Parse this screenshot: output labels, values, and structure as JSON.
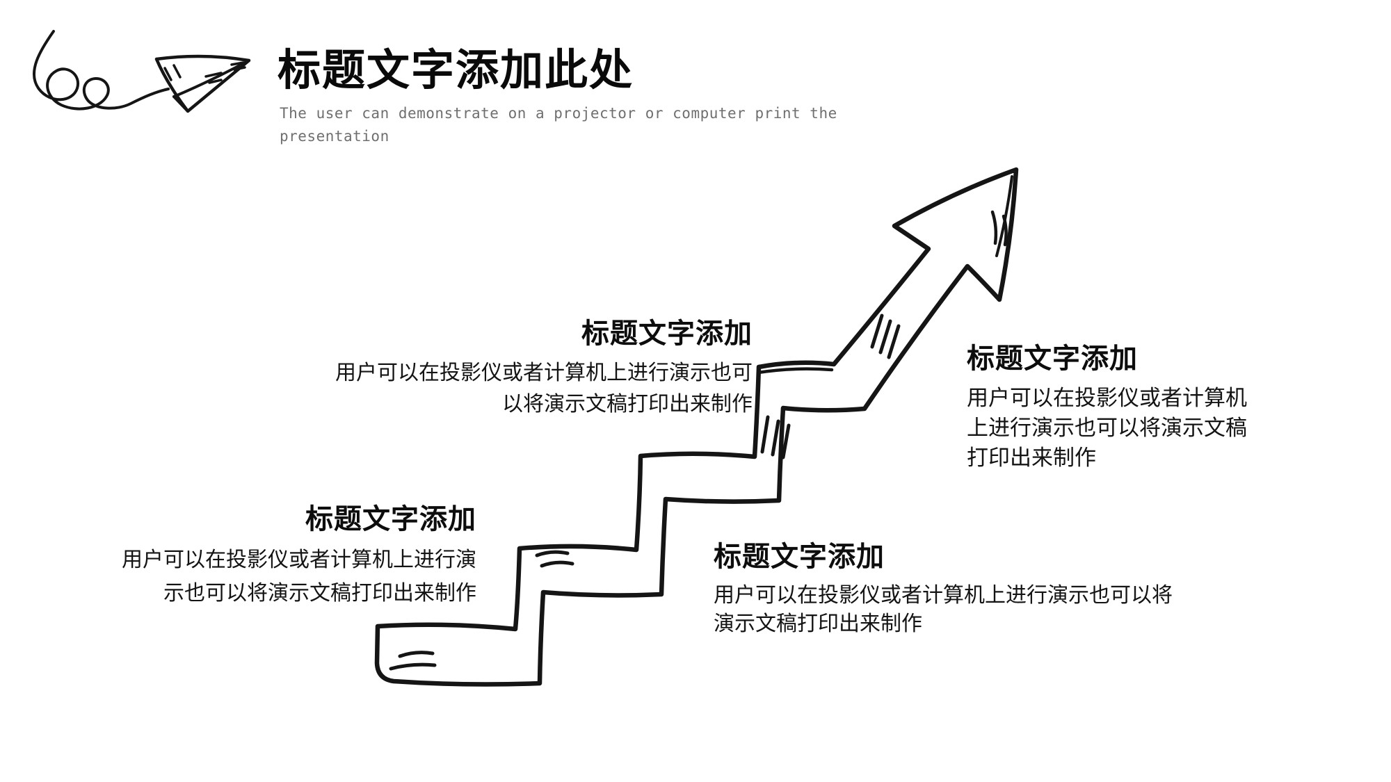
{
  "slide": {
    "header": {
      "title": "标题文字添加此处",
      "subtitle_lines": [
        "The user can demonstrate on a projector or computer print the",
        "presentation"
      ]
    },
    "blocks": [
      {
        "position": "left",
        "title": "标题文字添加",
        "lines": [
          "用户可以在投影仪或者计算机上进行演",
          "示也可以将演示文稿打印出来制作"
        ]
      },
      {
        "position": "bottom-middle",
        "title": "标题文字添加",
        "lines": [
          "用户可以在投影仪或者计算机上进行演示也可以将",
          "演示文稿打印出来制作"
        ]
      },
      {
        "position": "upper-middle",
        "title": "标题文字添加",
        "lines": [
          "用户可以在投影仪或者计算机上进行演示也可",
          "以将演示文稿打印出来制作"
        ]
      },
      {
        "position": "right",
        "title": "标题文字添加",
        "lines": [
          "用户可以在投影仪或者计算机",
          "上进行演示也可以将演示文稿",
          "打印出来制作"
        ]
      }
    ],
    "graphics": {
      "doodle": "paper-plane-with-swirl",
      "diagram": "hand-drawn-staircase-arrow"
    },
    "colors": {
      "background": "#ffffff",
      "ink": "#151515",
      "subtitle_gray": "#6f6f6f"
    }
  }
}
